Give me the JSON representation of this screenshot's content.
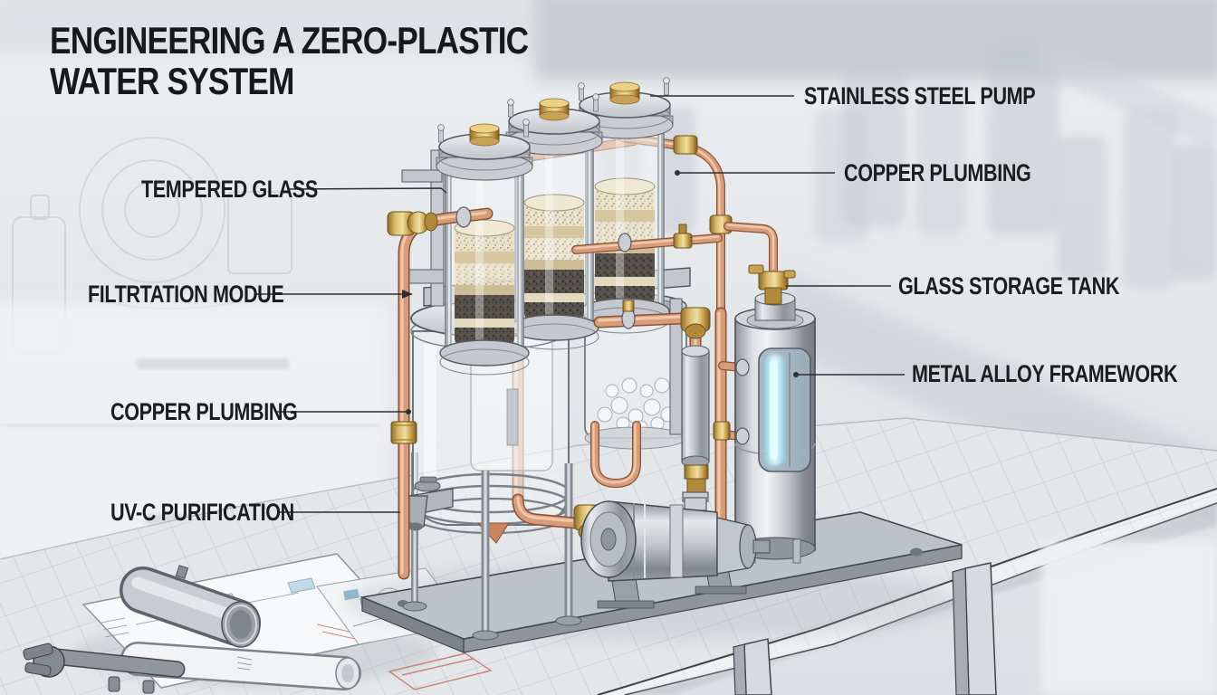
{
  "title": {
    "line1": "ENGINEERING A ZERO-PLASTIC",
    "line2": "WATER SYSTEM"
  },
  "labels": {
    "stainless_steel_pump": "STAINLESS STEEL PUMP",
    "copper_plumbing_right": "COPPER PLUMBING",
    "glass_storage_tank": "GLASS STORAGE TANK",
    "metal_alloy_framework": "METAL ALLOY FRAMEWORK",
    "tempered_glass": "TEMPERED GLASS",
    "filtration_module": "FILTRTATION MODUE",
    "copper_plumbing_left": "COPPER PLUMBING",
    "uv_c_purification": "UV-C PURIFICATION"
  },
  "colors": {
    "background": "#e3e6ea",
    "title_text": "#17191c",
    "label_text": "#1b1d20",
    "leader_line": "#2c2f33",
    "copper": "#d79c79",
    "brass": "#c9a254",
    "steel": "#c6cad0",
    "glass": "#eef2f5",
    "uv_glow": "#8fd9f0",
    "table_tile": "#e4e7ea",
    "blueprint_red": "#c4756a"
  }
}
